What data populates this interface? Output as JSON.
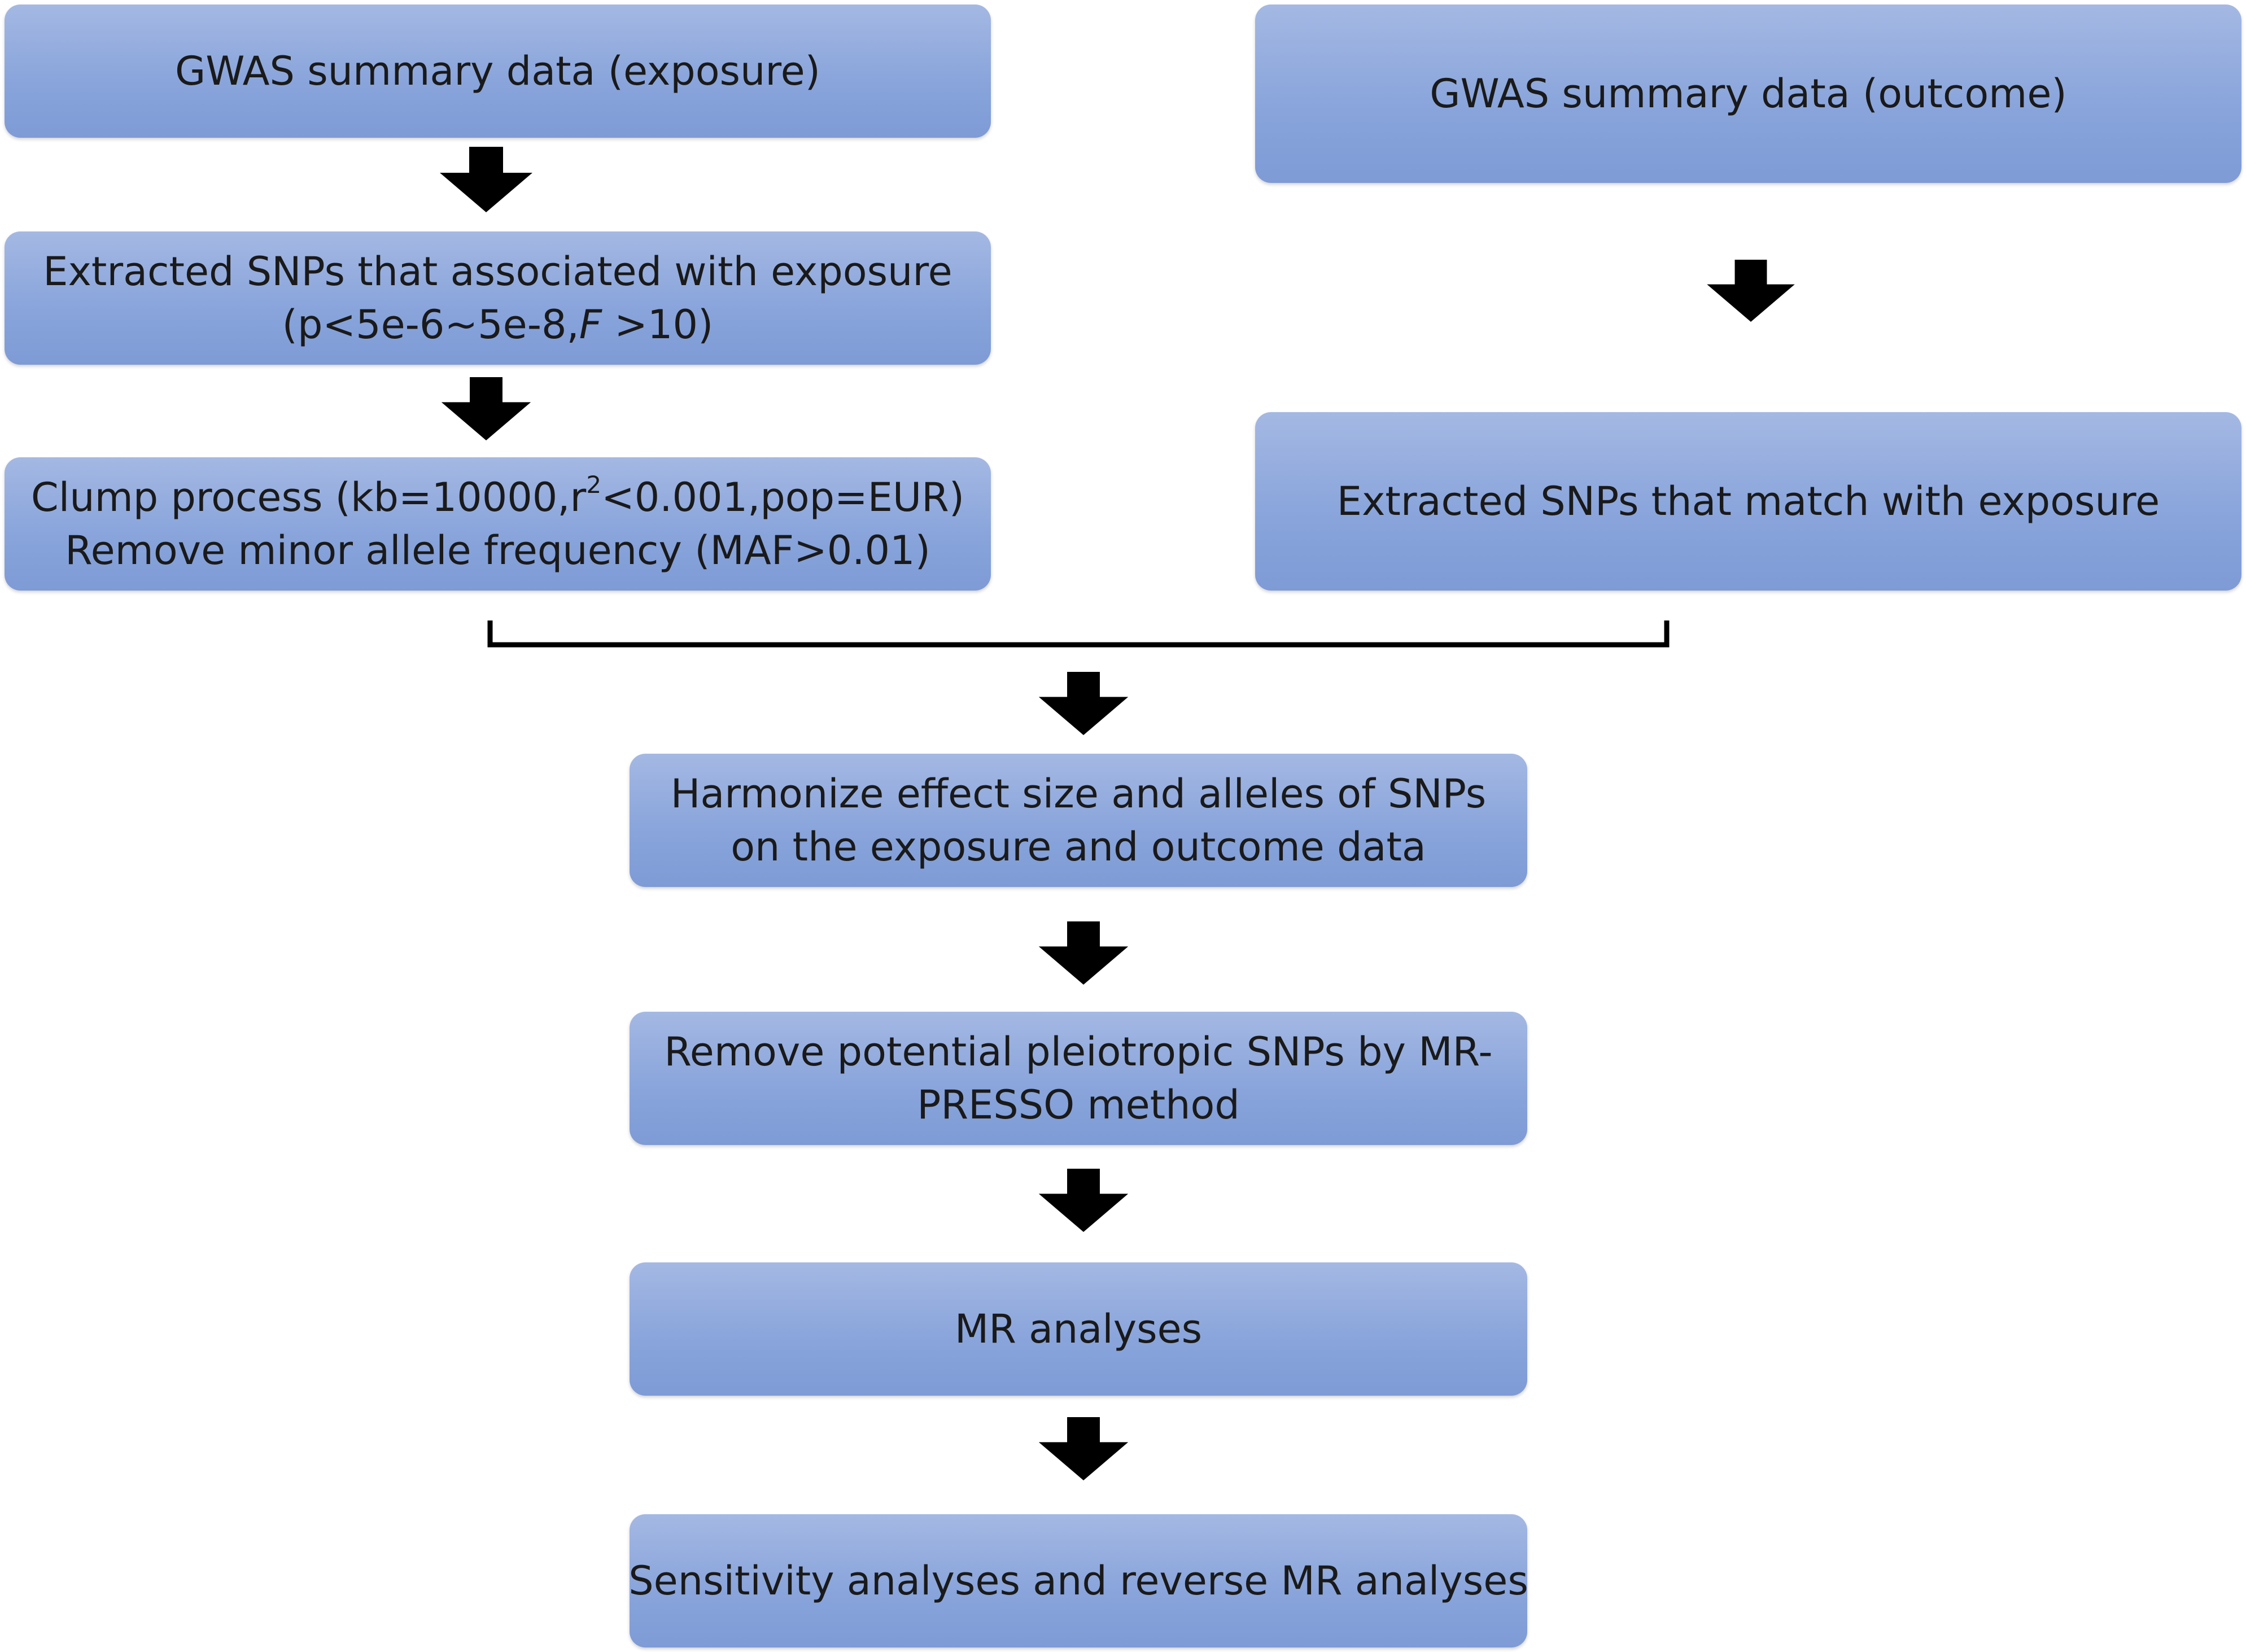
{
  "colors": {
    "box_top": "#a4b8e3",
    "box_bottom": "#7f9bd6",
    "arrow": "#000000",
    "text": "#1a1a1a"
  },
  "left": {
    "exposure": "GWAS summary data (exposure)",
    "extract_line1": "Extracted SNPs that associated with exposure",
    "extract_line2_a": "(p<5e-6~5e-8,",
    "extract_line2_f": "F",
    "extract_line2_b": " >10)",
    "clump_a": "Clump process (kb=10000,r",
    "clump_sup": "2",
    "clump_b": "<0.001,pop=EUR)",
    "clump_line2": "Remove minor allele frequency (MAF>0.01)"
  },
  "right": {
    "outcome": "GWAS summary data (outcome)",
    "match": "Extracted SNPs that match with exposure"
  },
  "center": {
    "harmonize_line1": "Harmonize effect size and alleles of SNPs",
    "harmonize_line2": "on the exposure and outcome data",
    "presso_line1": "Remove potential pleiotropic SNPs by MR-",
    "presso_line2": "PRESSO method",
    "mr": "MR analyses",
    "sensitivity": "Sensitivity analyses and reverse MR analyses"
  },
  "icons": [
    "down-arrow-icon"
  ]
}
